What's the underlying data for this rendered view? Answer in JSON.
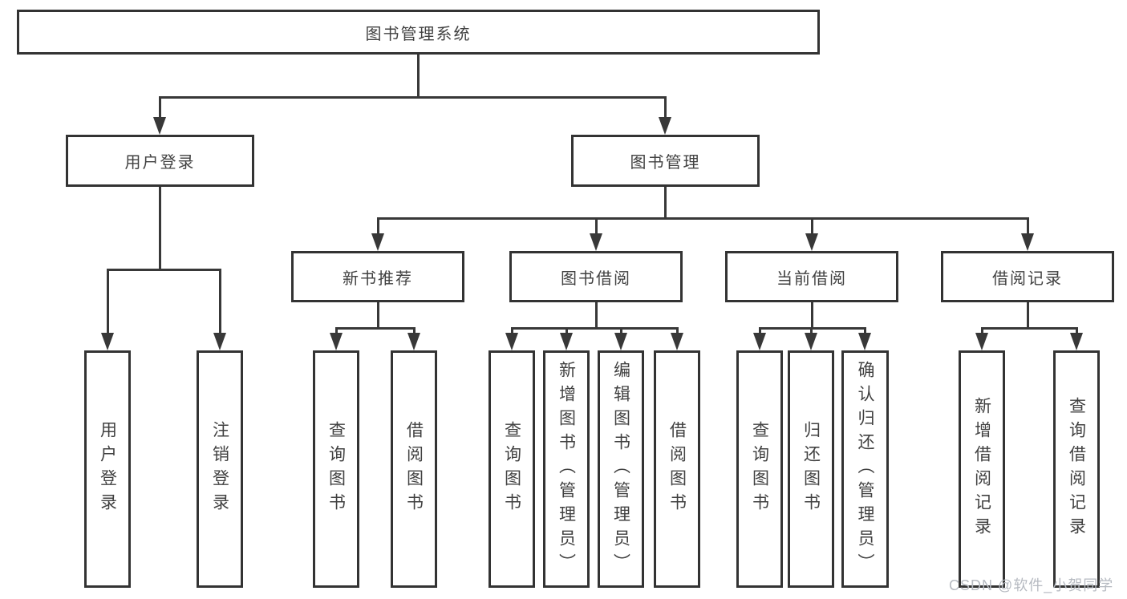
{
  "diagram_title": "图书管理系统",
  "nodes": {
    "root": "图书管理系统",
    "user_login": "用户登录",
    "book_management": "图书管理",
    "new_book_recommend": "新书推荐",
    "book_borrow": "图书借阅",
    "current_borrow": "当前借阅",
    "borrow_records": "借阅记录",
    "g1": [
      "用户登录",
      "注销登录"
    ],
    "g2": [
      "查询图书",
      "借阅图书"
    ],
    "g3": [
      "查询图书",
      "新增图书（管理员）",
      "编辑图书（管理员）",
      "借阅图书"
    ],
    "g4": [
      "查询图书",
      "归还图书",
      "确认归还（管理员）"
    ],
    "g5": [
      "新增借阅记录",
      "查询借阅记录"
    ]
  },
  "watermark": "CSDN @软件_小贺同学",
  "colors": {
    "line": "#383838",
    "box_border": "#333333",
    "text": "#414141",
    "watermark": "#b6bac1",
    "background": "#ffffff"
  }
}
